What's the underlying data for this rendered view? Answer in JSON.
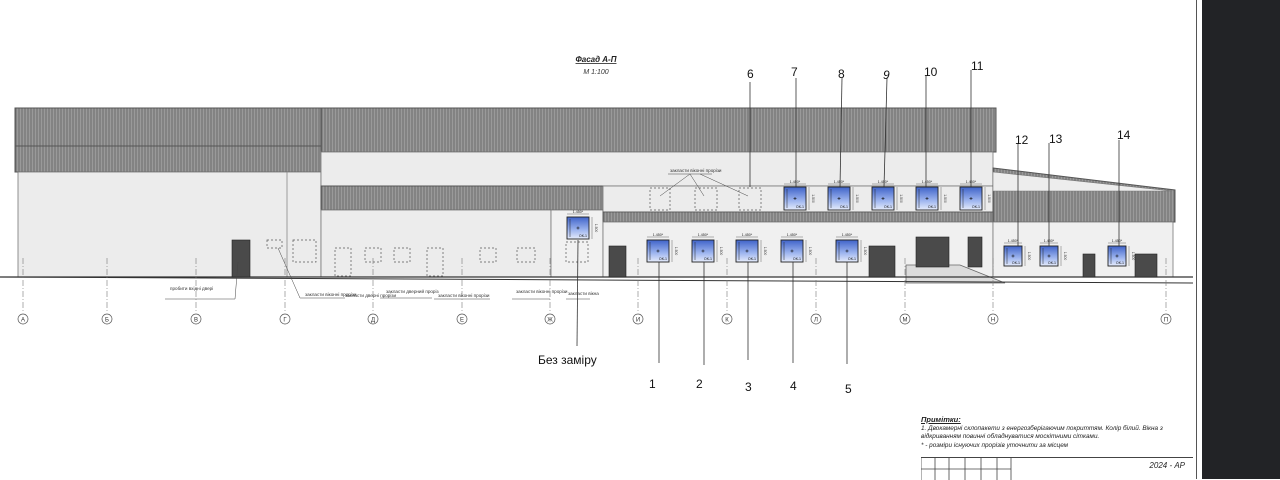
{
  "title": {
    "main": "Фасад А-П",
    "scale": "М 1:100"
  },
  "axes": [
    "А",
    "Б",
    "В",
    "Г",
    "Д",
    "Е",
    "Ж",
    "И",
    "К",
    "Л",
    "М",
    "Н",
    "П"
  ],
  "callouts_upper": [
    "6",
    "7",
    "8",
    "9",
    "10",
    "11",
    "12",
    "13",
    "14"
  ],
  "callouts_lower": [
    "1",
    "2",
    "3",
    "4",
    "5"
  ],
  "no_measure_label": "Без заміру",
  "window_dim_w": "1.450*",
  "window_dim_h": "1.500",
  "window_mark": "ОК-1",
  "annotations": {
    "existing_window": "закласти віконні прорізи",
    "door_opening": "пробити вхідні двері",
    "doors_note": "закласти дверні прорізи",
    "lintel_note": "закласти дверний проріз",
    "existing_openings": "закласти віконні прорізи",
    "windows_note": "закласти вікна"
  },
  "notes": {
    "title": "Примітки:",
    "line1": "1. Двокамерні склопакети з енергозберігаючим покриттям. Колір білий. Вікна з відкриванням повинні обладнуватися москітними сітками.",
    "line2": "* - розміри існуючих прорізів уточнити за місцем"
  },
  "stamp_code": "2024 - АР",
  "colors": {
    "roof": "#8a8a8a",
    "wall": "#ececec",
    "window_glass": "#6f8fd6",
    "door": "#4a4a4a",
    "dark_panel": "#222326"
  }
}
